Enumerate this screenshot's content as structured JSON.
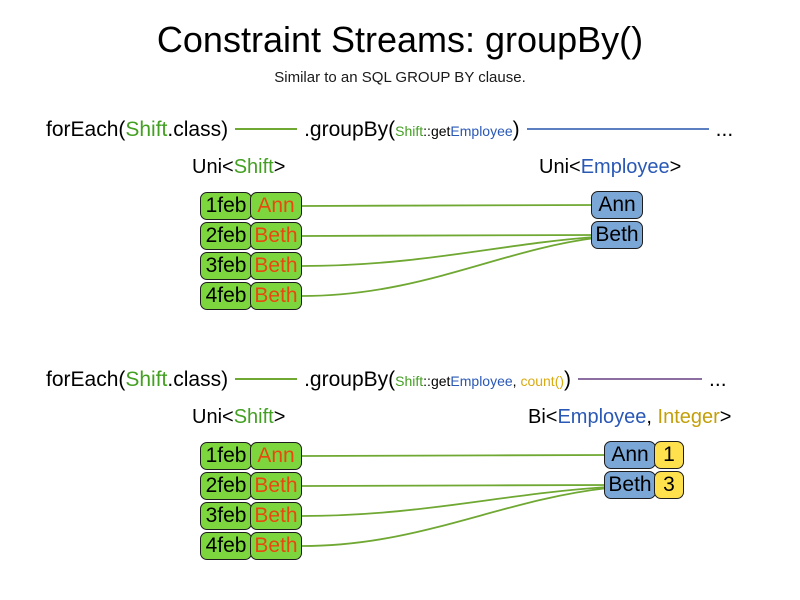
{
  "header": {
    "title": "Constraint Streams: groupBy()",
    "subtitle": "Similar to an SQL GROUP BY clause."
  },
  "colors": {
    "shift_green": "#7ed63e",
    "employee_blue": "#7ba7d7",
    "count_yellow": "#ffe14d",
    "line_green": "#6fa832",
    "line_blue": "#5b7fc0",
    "line_purple": "#8d6ea0",
    "token_shift": "#44a023",
    "token_employee": "#2a58b5",
    "token_integer": "#c3a00a",
    "token_count": "#d8ab12",
    "shift_name_text": "#e8490f"
  },
  "sections": [
    {
      "id": "groupby-single",
      "code": {
        "for_each_prefix": "forEach(",
        "for_each_type": "Shift",
        "for_each_suffix": ".class)",
        "group_by_prefix": ".groupBy(",
        "group_by_arg_type": "Shift",
        "group_by_arg_sep": "::",
        "group_by_arg_method_get": "get",
        "group_by_arg_method_emp": "Employee",
        "group_by_suffix": ")",
        "ellipsis": "..."
      },
      "left_label": {
        "outer": "Uni<",
        "inner": "Shift",
        "close": ">"
      },
      "right_label": {
        "outer": "Uni<",
        "inner": "Employee",
        "close": ">"
      },
      "left_rows": [
        {
          "date": "1feb",
          "name": "Ann"
        },
        {
          "date": "2feb",
          "name": "Beth"
        },
        {
          "date": "3feb",
          "name": "Beth"
        },
        {
          "date": "4feb",
          "name": "Beth"
        }
      ],
      "right_rows": [
        {
          "employee": "Ann",
          "count": null
        },
        {
          "employee": "Beth",
          "count": null
        }
      ],
      "links": [
        {
          "from": 0,
          "to": 0
        },
        {
          "from": 1,
          "to": 1
        },
        {
          "from": 2,
          "to": 1
        },
        {
          "from": 3,
          "to": 1
        }
      ]
    },
    {
      "id": "groupby-count",
      "code": {
        "for_each_prefix": "forEach(",
        "for_each_type": "Shift",
        "for_each_suffix": ".class)",
        "group_by_prefix": ".groupBy(",
        "group_by_arg_type": "Shift",
        "group_by_arg_sep": "::",
        "group_by_arg_method_get": "get",
        "group_by_arg_method_emp": "Employee",
        "group_by_arg_comma": ", ",
        "group_by_arg_count": "count()",
        "group_by_suffix": ")",
        "ellipsis": "..."
      },
      "left_label": {
        "outer": "Uni<",
        "inner": "Shift",
        "close": ">"
      },
      "right_label": {
        "outer": "Bi<",
        "inner": "Employee",
        "comma": ", ",
        "inner2": "Integer",
        "close": ">"
      },
      "left_rows": [
        {
          "date": "1feb",
          "name": "Ann"
        },
        {
          "date": "2feb",
          "name": "Beth"
        },
        {
          "date": "3feb",
          "name": "Beth"
        },
        {
          "date": "4feb",
          "name": "Beth"
        }
      ],
      "right_rows": [
        {
          "employee": "Ann",
          "count": "1"
        },
        {
          "employee": "Beth",
          "count": "3"
        }
      ],
      "links": [
        {
          "from": 0,
          "to": 0
        },
        {
          "from": 1,
          "to": 1
        },
        {
          "from": 2,
          "to": 1
        },
        {
          "from": 3,
          "to": 1
        }
      ]
    }
  ]
}
